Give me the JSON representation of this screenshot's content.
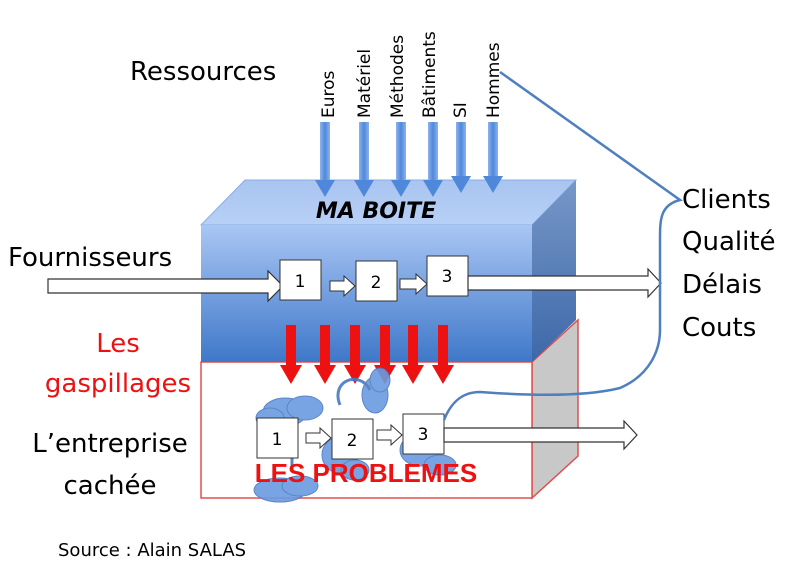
{
  "title": "Ressources",
  "resources": [
    "Euros",
    "Matériel",
    "Méthodes",
    "Bâtiments",
    "SI",
    "Hommes"
  ],
  "box_label": "MA BOITE",
  "supplier_label": "Fournisseurs",
  "outcomes": [
    "Clients",
    "Qualité",
    "Délais",
    "Couts"
  ],
  "waste_label": [
    "Les",
    "gaspillages"
  ],
  "hidden_label": [
    "L’entreprise",
    "cachée"
  ],
  "problems_label": "LES PROBLEMES",
  "process_steps_top": [
    "1",
    "2",
    "3"
  ],
  "process_steps_bottom": [
    "1",
    "2",
    "3"
  ],
  "source": "Source : Alain SALAS",
  "colors": {
    "box_blue_light": "#a9c6f4",
    "box_blue_dark": "#3f78c9",
    "side_blue": "#4a78b8",
    "arrow_blue": "#5a8fdc",
    "waste_red": "#ee1111",
    "hidden_border": "#e05050",
    "hidden_side": "#c8c8c8",
    "curve_blue": "#4f7fbf",
    "cloud_blue": "#6b9be0"
  }
}
